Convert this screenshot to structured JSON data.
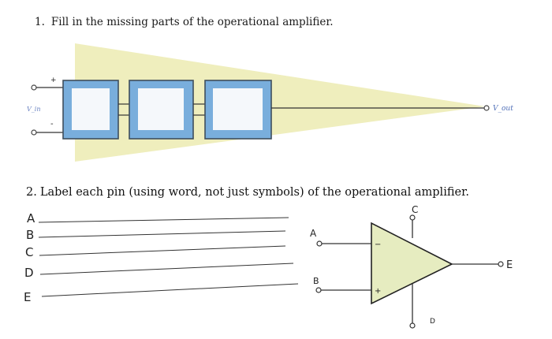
{
  "question1": {
    "number": "1.",
    "text": "Fill in the missing parts of the operational amplifier."
  },
  "diagram1": {
    "plus_sign": "+",
    "minus_sign": "-",
    "input_label": "V_in",
    "output_label": "V_out"
  },
  "question2": {
    "number": "2.",
    "text": "Label each pin (using word, not just symbols) of the operational amplifier."
  },
  "answer_lines": [
    {
      "letter": "A"
    },
    {
      "letter": "B"
    },
    {
      "letter": "C"
    },
    {
      "letter": "D"
    },
    {
      "letter": "E"
    }
  ],
  "opamp2": {
    "pin_a": "A",
    "pin_b": "B",
    "pin_c": "C",
    "pin_d": "D",
    "pin_e": "E",
    "minus_sign": "−",
    "plus_sign": "+"
  },
  "colors": {
    "highlight": "#ecebb2",
    "block_blue": "#79aedc",
    "block_white": "#f5f8fb",
    "triangle_fill": "#e6ecc0"
  }
}
